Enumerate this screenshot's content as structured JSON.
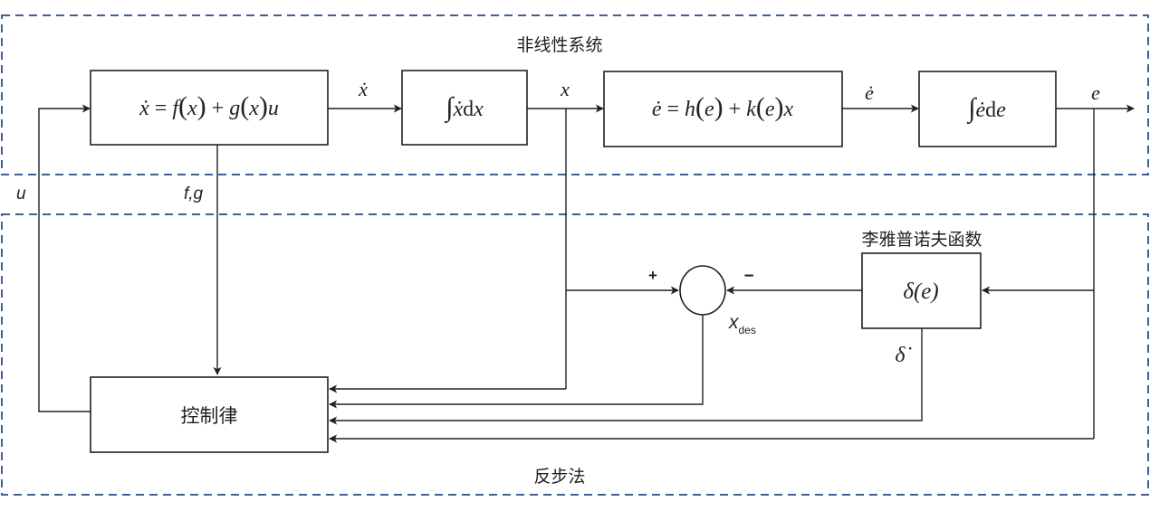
{
  "groups": {
    "nonlinear_system": {
      "label": "非线性系统",
      "color": "#3f5f99"
    },
    "backstepping": {
      "label": "反步法",
      "color": "#3f5f99"
    }
  },
  "blocks": {
    "state_equation": {
      "lhs": "ẋ",
      "eq": " = ",
      "rhs_parts": [
        "f",
        "(",
        "x",
        ")",
        " + ",
        "g",
        "(",
        "x",
        ")",
        "u"
      ]
    },
    "integrator_x": {
      "int": "∫",
      "body": "ẋ",
      "d": "d",
      "var": "x"
    },
    "error_equation": {
      "lhs": "ė",
      "eq": " = ",
      "rhs_parts": [
        "h",
        "(",
        "e",
        ")",
        " + ",
        "k",
        "(",
        "e",
        ")",
        "x"
      ]
    },
    "integrator_e": {
      "int": "∫",
      "body": "ė",
      "d": "d",
      "var": "e"
    },
    "lyapunov": {
      "title": "李雅普诺夫函数",
      "func": "δ",
      "arg": "(e)"
    },
    "control_law": {
      "label": "控制律"
    }
  },
  "signals": {
    "x_dot": "ẋ",
    "x": "x",
    "e_dot": "ė",
    "e": "e",
    "u": "u",
    "fg": "f,g",
    "delta_dot": "δ̇",
    "x_des_main": "x",
    "x_des_sub": "des"
  },
  "summing_junction": {
    "plus": "+",
    "minus": "−"
  },
  "colors": {
    "line": "#231f20",
    "group_border": "#3f5f99",
    "background": "#ffffff"
  }
}
